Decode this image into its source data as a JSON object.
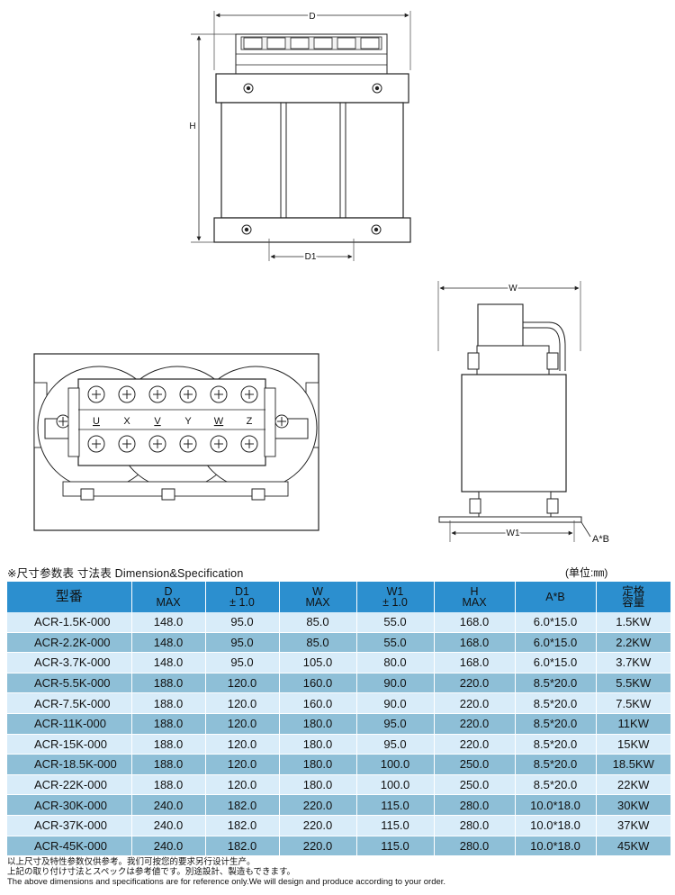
{
  "drawing": {
    "dims": {
      "d": "D",
      "d1": "D1",
      "h": "H",
      "w": "W",
      "w1": "W1",
      "ab": "A*B"
    },
    "terminal_labels": [
      "U",
      "X",
      "V",
      "Y",
      "W",
      "Z"
    ]
  },
  "section_title": "※尺寸参数表  寸法表  Dimension&Specification",
  "unit_label": "(单位:㎜)",
  "table": {
    "headers": [
      {
        "l1": "型番",
        "l2": ""
      },
      {
        "l1": "D",
        "l2": "MAX"
      },
      {
        "l1": "D1",
        "l2": "± 1.0"
      },
      {
        "l1": "W",
        "l2": "MAX"
      },
      {
        "l1": "W1",
        "l2": "± 1.0"
      },
      {
        "l1": "H",
        "l2": "MAX"
      },
      {
        "l1": "A*B",
        "l2": ""
      },
      {
        "l1": "定格",
        "l2": "容量"
      }
    ],
    "rows": [
      [
        "ACR-1.5K-000",
        "148.0",
        "95.0",
        "85.0",
        "55.0",
        "168.0",
        "6.0*15.0",
        "1.5KW"
      ],
      [
        "ACR-2.2K-000",
        "148.0",
        "95.0",
        "85.0",
        "55.0",
        "168.0",
        "6.0*15.0",
        "2.2KW"
      ],
      [
        "ACR-3.7K-000",
        "148.0",
        "95.0",
        "105.0",
        "80.0",
        "168.0",
        "6.0*15.0",
        "3.7KW"
      ],
      [
        "ACR-5.5K-000",
        "188.0",
        "120.0",
        "160.0",
        "90.0",
        "220.0",
        "8.5*20.0",
        "5.5KW"
      ],
      [
        "ACR-7.5K-000",
        "188.0",
        "120.0",
        "160.0",
        "90.0",
        "220.0",
        "8.5*20.0",
        "7.5KW"
      ],
      [
        "ACR-11K-000",
        "188.0",
        "120.0",
        "180.0",
        "95.0",
        "220.0",
        "8.5*20.0",
        "11KW"
      ],
      [
        "ACR-15K-000",
        "188.0",
        "120.0",
        "180.0",
        "95.0",
        "220.0",
        "8.5*20.0",
        "15KW"
      ],
      [
        "ACR-18.5K-000",
        "188.0",
        "120.0",
        "180.0",
        "100.0",
        "250.0",
        "8.5*20.0",
        "18.5KW"
      ],
      [
        "ACR-22K-000",
        "188.0",
        "120.0",
        "180.0",
        "100.0",
        "250.0",
        "8.5*20.0",
        "22KW"
      ],
      [
        "ACR-30K-000",
        "240.0",
        "182.0",
        "220.0",
        "115.0",
        "280.0",
        "10.0*18.0",
        "30KW"
      ],
      [
        "ACR-37K-000",
        "240.0",
        "182.0",
        "220.0",
        "115.0",
        "280.0",
        "10.0*18.0",
        "37KW"
      ],
      [
        "ACR-45K-000",
        "240.0",
        "182.0",
        "220.0",
        "115.0",
        "280.0",
        "10.0*18.0",
        "45KW"
      ]
    ]
  },
  "notes": [
    "以上尺寸及特性参数仅供参考。我们可按您的要求另行设计生产。",
    "上記の取り付け寸法とスペックは参考値です。別途設計、製造もできます。",
    "The above dimensions and specifications are for reference only.We will  design and produce  according to your order."
  ]
}
